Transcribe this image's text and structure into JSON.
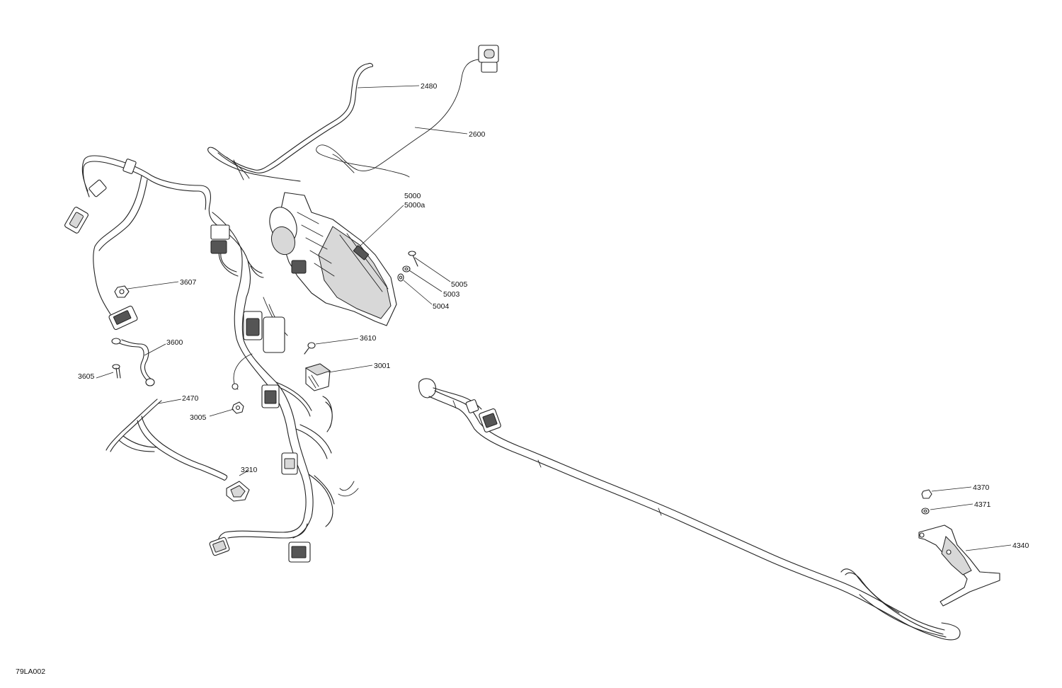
{
  "diagram_code": "79LA002",
  "callouts": {
    "c2480": "2480",
    "c2600": "2600",
    "c5000": "5000",
    "c5000a": "5000a",
    "c5005": "5005",
    "c5003": "5003",
    "c5004": "5004",
    "c3607": "3607",
    "c3600": "3600",
    "c3605": "3605",
    "c3610": "3610",
    "c3001": "3001",
    "c2470": "2470",
    "c3005": "3005",
    "c3210": "3210",
    "c4370": "4370",
    "c4371": "4371",
    "c4340": "4340"
  }
}
